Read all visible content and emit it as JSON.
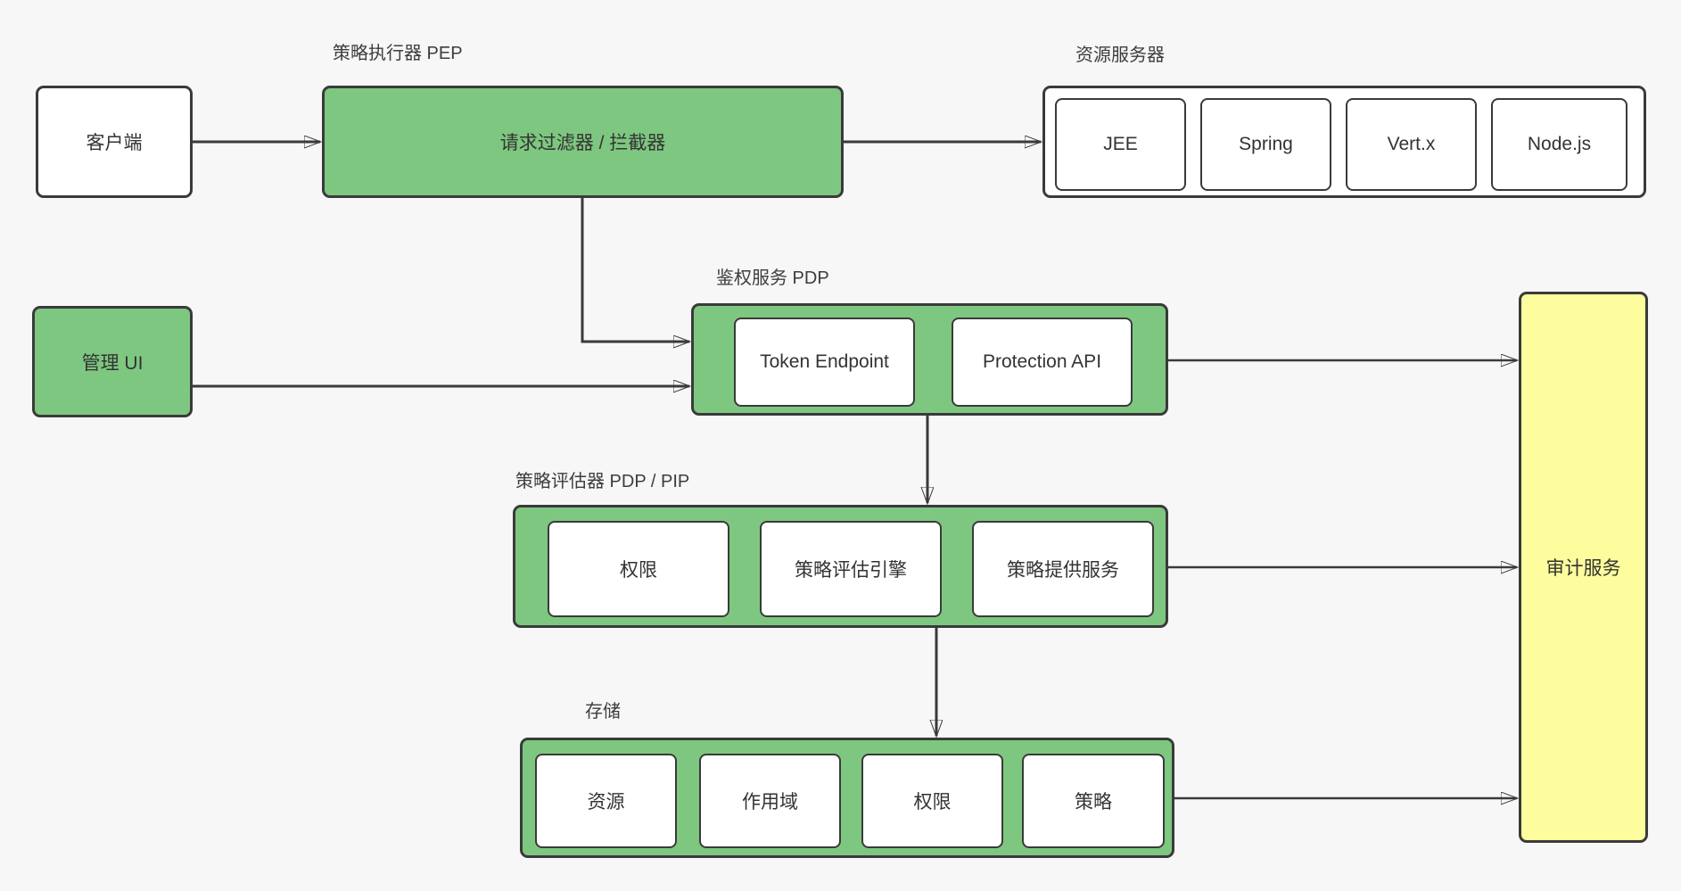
{
  "diagram": {
    "client": {
      "label": "客户端"
    },
    "pep": {
      "title": "策略执行器 PEP",
      "filter_label": "请求过滤器 / 拦截器"
    },
    "resource_server": {
      "title": "资源服务器",
      "items": [
        "JEE",
        "Spring",
        "Vert.x",
        "Node.js"
      ]
    },
    "admin_ui": {
      "label": "管理 UI"
    },
    "authz": {
      "title": "鉴权服务 PDP",
      "items": [
        "Token Endpoint",
        "Protection API"
      ]
    },
    "evaluator": {
      "title": "策略评估器 PDP / PIP",
      "items": [
        "权限",
        "策略评估引擎",
        "策略提供服务"
      ]
    },
    "storage": {
      "title": "存储",
      "items": [
        "资源",
        "作用域",
        "权限",
        "策略"
      ]
    },
    "audit": {
      "label": "审计服务"
    },
    "colors": {
      "background": "#F7F7F7",
      "green_fill": "#7EC780",
      "yellow_fill": "#FDFD9D",
      "border": "#3A3A3A",
      "text": "#333333"
    }
  }
}
